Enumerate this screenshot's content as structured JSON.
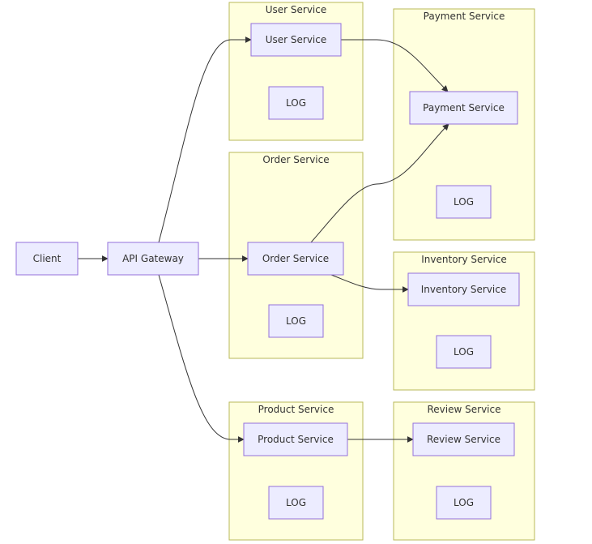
{
  "colors": {
    "cluster_fill": "#ffffde",
    "cluster_stroke": "#b9b95a",
    "node_fill": "#ececff",
    "node_stroke": "#9370db",
    "edge": "#333333",
    "text": "#333333"
  },
  "clusters": {
    "user": {
      "title": "User Service"
    },
    "order": {
      "title": "Order Service"
    },
    "product": {
      "title": "Product Service"
    },
    "payment": {
      "title": "Payment Service"
    },
    "inventory": {
      "title": "Inventory Service"
    },
    "review": {
      "title": "Review Service"
    }
  },
  "nodes": {
    "client": "Client",
    "api_gateway": "API Gateway",
    "user_service": "User Service",
    "user_log": "LOG",
    "order_service": "Order Service",
    "order_log": "LOG",
    "product_service": "Product Service",
    "product_log": "LOG",
    "payment_service": "Payment Service",
    "payment_log": "LOG",
    "inventory_service": "Inventory Service",
    "inventory_log": "LOG",
    "review_service": "Review Service",
    "review_log": "LOG"
  },
  "edges": [
    {
      "from": "Client",
      "to": "API Gateway"
    },
    {
      "from": "API Gateway",
      "to": "User Service"
    },
    {
      "from": "API Gateway",
      "to": "Order Service"
    },
    {
      "from": "API Gateway",
      "to": "Product Service"
    },
    {
      "from": "User Service",
      "to": "Payment Service"
    },
    {
      "from": "Order Service",
      "to": "Payment Service"
    },
    {
      "from": "Order Service",
      "to": "Inventory Service"
    },
    {
      "from": "Product Service",
      "to": "Review Service"
    }
  ]
}
